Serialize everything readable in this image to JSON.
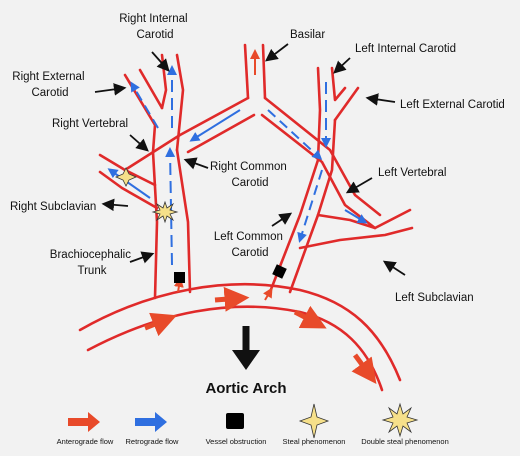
{
  "labels": {
    "right_internal_carotid": [
      "Right Internal",
      "Carotid"
    ],
    "basilar": "Basilar",
    "left_internal_carotid": "Left Internal Carotid",
    "right_external_carotid": [
      "Right External",
      "Carotid"
    ],
    "left_external_carotid": "Left External Carotid",
    "right_vertebral": "Right Vertebral",
    "right_common_carotid": [
      "Right Common",
      "Carotid"
    ],
    "left_vertebral": "Left Vertebral",
    "right_subclavian": "Right Subclavian",
    "left_common_carotid": [
      "Left Common",
      "Carotid"
    ],
    "brachiocephalic_trunk": [
      "Brachiocephalic",
      "Trunk"
    ],
    "left_subclavian": "Left Subclavian",
    "aortic_arch": "Aortic Arch"
  },
  "legend": [
    {
      "key": "anterograde",
      "label": "Anterograde flow",
      "color": "#e84a2a",
      "icon": "red-arrow-icon"
    },
    {
      "key": "retrograde",
      "label": "Retrograde flow",
      "color": "#2f6fe0",
      "icon": "blue-arrow-icon"
    },
    {
      "key": "obstruction",
      "label": "Vessel obstruction",
      "color": "#000000",
      "icon": "black-square-icon"
    },
    {
      "key": "steal",
      "label": "Steal phenomenon",
      "color": "#f6e08a",
      "icon": "four-point-star-icon"
    },
    {
      "key": "double_steal",
      "label": "Double steal phenomenon",
      "color": "#f6e08a",
      "icon": "eight-point-star-icon"
    }
  ],
  "colors": {
    "vessel_wall": "#e02a2a",
    "anterograde": "#e84a2a",
    "retrograde": "#2f6fe0",
    "background": "#f2f2f2"
  }
}
